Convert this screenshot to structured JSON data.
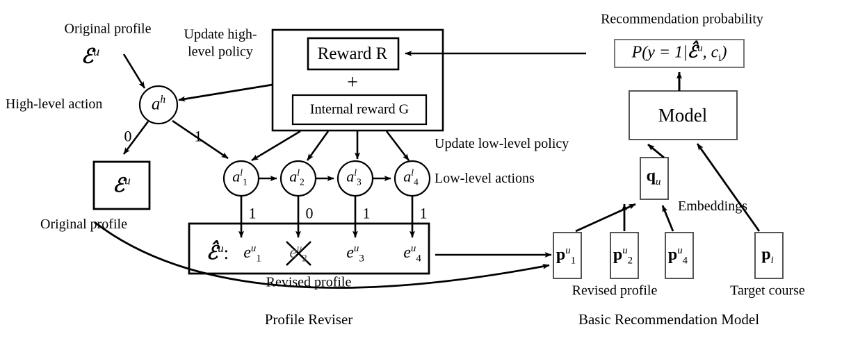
{
  "figure": {
    "title_left": "Profile Reviser",
    "title_right": "Basic Recommendation Model",
    "background": "#ffffff",
    "stroke": "#000000"
  },
  "left_module": {
    "original_profile_label_top": "Original profile",
    "original_profile_symbol": "E",
    "original_profile_symbol_sup": "u",
    "high_level_action_label": "High-level action",
    "high_level_node": {
      "base": "a",
      "sup": "h"
    },
    "branch_label_zero": "0",
    "branch_label_one": "1",
    "original_profile_box": {
      "base": "E",
      "sup": "u"
    },
    "original_profile_label_bottom": "Original profile",
    "update_high_policy_line1": "Update high-",
    "update_high_policy_line2": "level policy",
    "update_low_policy": "Update low-level policy",
    "low_level_actions_label": "Low-level actions",
    "reward_box_title": "Reward R",
    "reward_plus": "+",
    "internal_reward": "Internal reward G",
    "low_level_nodes": [
      {
        "base": "a",
        "sup": "l",
        "sub": "1",
        "digit": "1"
      },
      {
        "base": "a",
        "sup": "l",
        "sub": "2",
        "digit": "0"
      },
      {
        "base": "a",
        "sup": "l",
        "sub": "3",
        "digit": "1"
      },
      {
        "base": "a",
        "sup": "l",
        "sub": "4",
        "digit": "1"
      }
    ],
    "revised_profile_prefix": {
      "base": "E",
      "hat": true,
      "sup": "u",
      "colon": ":"
    },
    "revised_profile_items": [
      {
        "base": "e",
        "sub": "1",
        "sup": "u",
        "struck": false
      },
      {
        "base": "e",
        "sub": "2",
        "sup": "u",
        "struck": true
      },
      {
        "base": "e",
        "sub": "3",
        "sup": "u",
        "struck": false
      },
      {
        "base": "e",
        "sub": "4",
        "sup": "u",
        "struck": false
      }
    ],
    "revised_profile_caption": "Revised profile"
  },
  "right_module": {
    "recommendation_probability_label": "Recommendation probability",
    "probability_formula": "P(y = 1|",
    "probability_formula_symbol": "E",
    "probability_formula_symbol_sup": "u",
    "probability_formula_tail": ", c",
    "probability_formula_tail_sub": "i",
    "probability_formula_close": ")",
    "model_box": "Model",
    "user_embedding": {
      "base": "q",
      "sub": "u"
    },
    "embeddings_label": "Embeddings",
    "profile_embeddings": [
      {
        "base": "p",
        "sub": "1",
        "sup": "u"
      },
      {
        "base": "p",
        "sub": "2",
        "sup": "u"
      },
      {
        "base": "p",
        "sub": "4",
        "sup": "u"
      }
    ],
    "revised_profile_caption": "Revised profile",
    "target_embedding": {
      "base": "p",
      "sub": "i"
    },
    "target_course_caption": "Target course"
  }
}
